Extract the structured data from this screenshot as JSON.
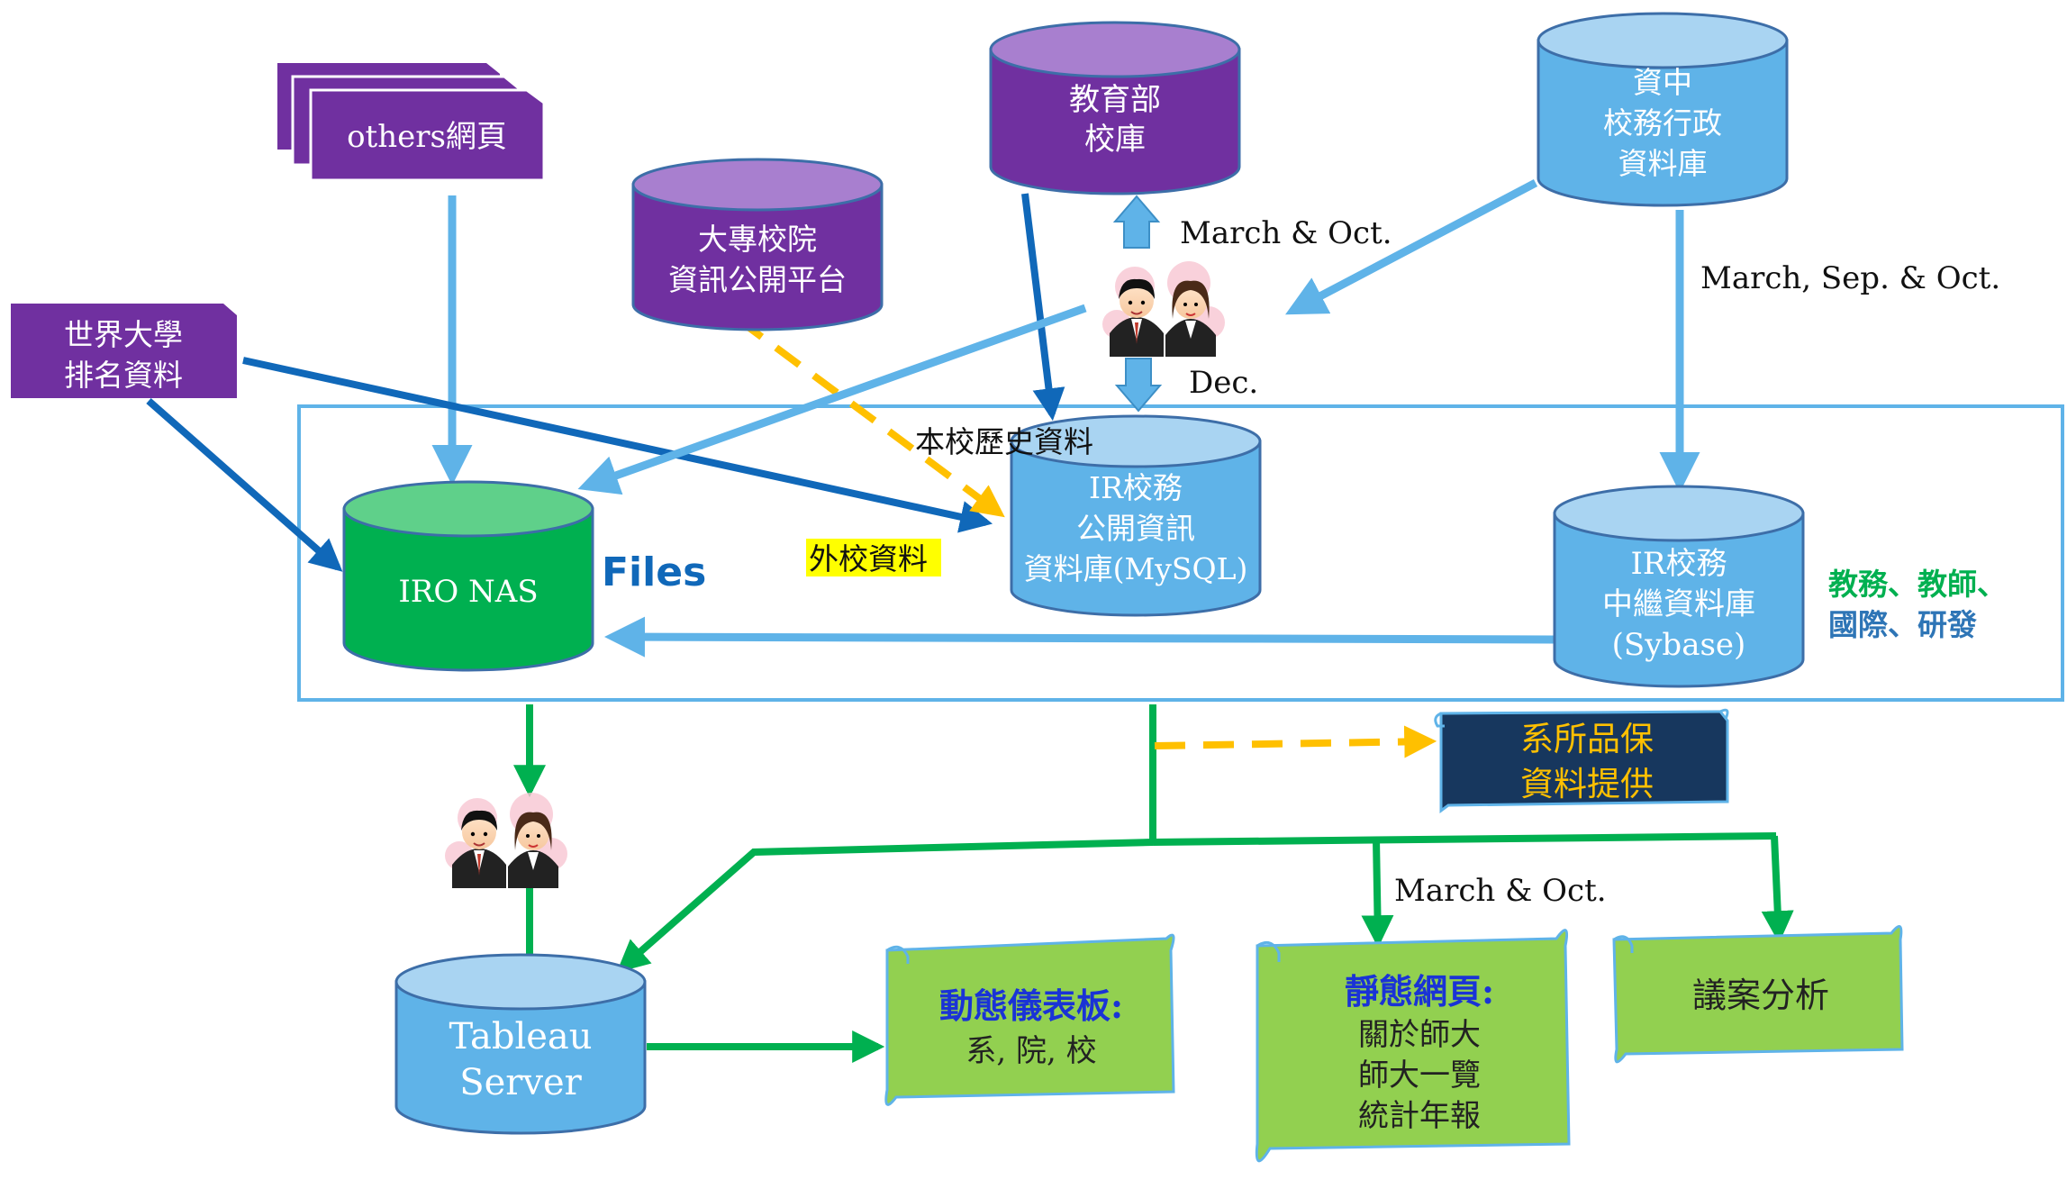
{
  "nodes": {
    "others_web": "others網頁",
    "moe_db": [
      "教育部",
      "校庫"
    ],
    "data_center_db": [
      "資中",
      "校務行政",
      "資料庫"
    ],
    "college_platform": [
      "大專校院",
      "資訊公開平台"
    ],
    "world_ranking": [
      "世界大學",
      "排名資料"
    ],
    "iro_nas": "IRO NAS",
    "files_label": "Files",
    "mysql_db": [
      "IR校務",
      "公開資訊",
      "資料庫(MySQL)"
    ],
    "sybase_db": [
      "IR校務",
      "中繼資料庫",
      "(Sybase)"
    ],
    "tableau": [
      "Tableau",
      "Server"
    ],
    "dept_quality": [
      "系所品保",
      "資料提供"
    ],
    "dynamic_dashboard": {
      "title": "動態儀表板:",
      "body": "系, 院, 校"
    },
    "static_pages": {
      "title": "靜態網頁:",
      "items": [
        "關於師大",
        "師大一覽",
        "統計年報"
      ]
    },
    "proposal_analysis": "議案分析"
  },
  "labels": {
    "march_oct_top": "March & Oct.",
    "march_sep_oct": "March, Sep. & Oct.",
    "dec": "Dec.",
    "history_data": "本校歷史資料",
    "other_school_data": "外校資料",
    "academic_units": [
      "教務、教師、",
      "國際、研發"
    ],
    "march_oct_bottom": "March & Oct."
  },
  "colors": {
    "purple": "#7030a0",
    "light_blue": "#5fb3e8",
    "dark_blue": "#1068b9",
    "green": "#00b050",
    "bright_green": "#92d050",
    "orange_dashed": "#ffc000",
    "navy": "#17375e",
    "highlight_yellow": "#ffff00"
  },
  "icons": [
    "staff-people-icon-top",
    "staff-people-icon-bottom"
  ]
}
